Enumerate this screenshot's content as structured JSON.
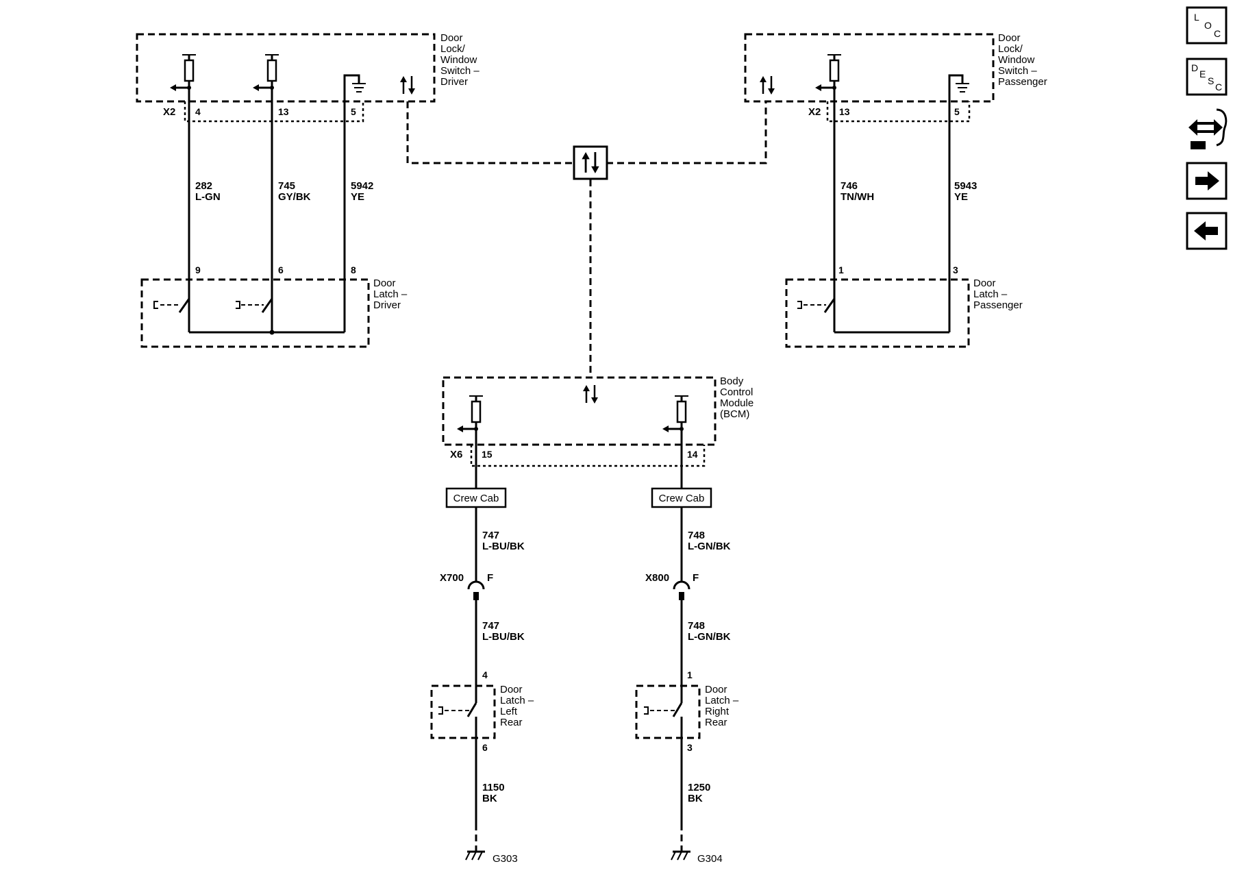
{
  "components": {
    "driver_switch": [
      "Door",
      "Lock/",
      "Window",
      "Switch –",
      "Driver"
    ],
    "passenger_switch": [
      "Door",
      "Lock/",
      "Window",
      "Switch –",
      "Passenger"
    ],
    "driver_latch": [
      "Door",
      "Latch –",
      "Driver"
    ],
    "passenger_latch": [
      "Door",
      "Latch –",
      "Passenger"
    ],
    "bcm": [
      "Body",
      "Control",
      "Module",
      "(BCM)"
    ],
    "left_rear_latch": [
      "Door",
      "Latch –",
      "Left",
      "Rear"
    ],
    "right_rear_latch": [
      "Door",
      "Latch –",
      "Right",
      "Rear"
    ]
  },
  "connectors": {
    "driver_switch": "X2",
    "passenger_switch": "X2",
    "bcm": "X6",
    "inline_left": "X700",
    "inline_right": "X800",
    "inline_left_side": "F",
    "inline_right_side": "F"
  },
  "pins": {
    "drv_sw_a": "4",
    "drv_sw_b": "13",
    "drv_sw_c": "5",
    "drv_latch_a": "9",
    "drv_latch_b": "6",
    "drv_latch_c": "8",
    "pass_sw_a": "13",
    "pass_sw_b": "5",
    "pass_latch_a": "1",
    "pass_latch_b": "3",
    "bcm_a": "15",
    "bcm_b": "14",
    "lr_latch_top": "4",
    "lr_latch_bot": "6",
    "rr_latch_top": "1",
    "rr_latch_bot": "3"
  },
  "wires": {
    "w282": {
      "circuit": "282",
      "color": "L-GN"
    },
    "w745": {
      "circuit": "745",
      "color": "GY/BK"
    },
    "w5942": {
      "circuit": "5942",
      "color": "YE"
    },
    "w746": {
      "circuit": "746",
      "color": "TN/WH"
    },
    "w5943": {
      "circuit": "5943",
      "color": "YE"
    },
    "w747a": {
      "circuit": "747",
      "color": "L-BU/BK"
    },
    "w747b": {
      "circuit": "747",
      "color": "L-BU/BK"
    },
    "w748a": {
      "circuit": "748",
      "color": "L-GN/BK"
    },
    "w748b": {
      "circuit": "748",
      "color": "L-GN/BK"
    },
    "w1150": {
      "circuit": "1150",
      "color": "BK"
    },
    "w1250": {
      "circuit": "1250",
      "color": "BK"
    }
  },
  "options": {
    "left": "Crew Cab",
    "right": "Crew Cab"
  },
  "grounds": {
    "left": "G303",
    "right": "G304"
  },
  "nav": {
    "loc": [
      "L",
      "O",
      "C"
    ],
    "desc": [
      "D",
      "E",
      "S",
      "C"
    ],
    "icons": [
      "connector-list-icon",
      "next-arrow-icon",
      "previous-arrow-icon"
    ]
  }
}
